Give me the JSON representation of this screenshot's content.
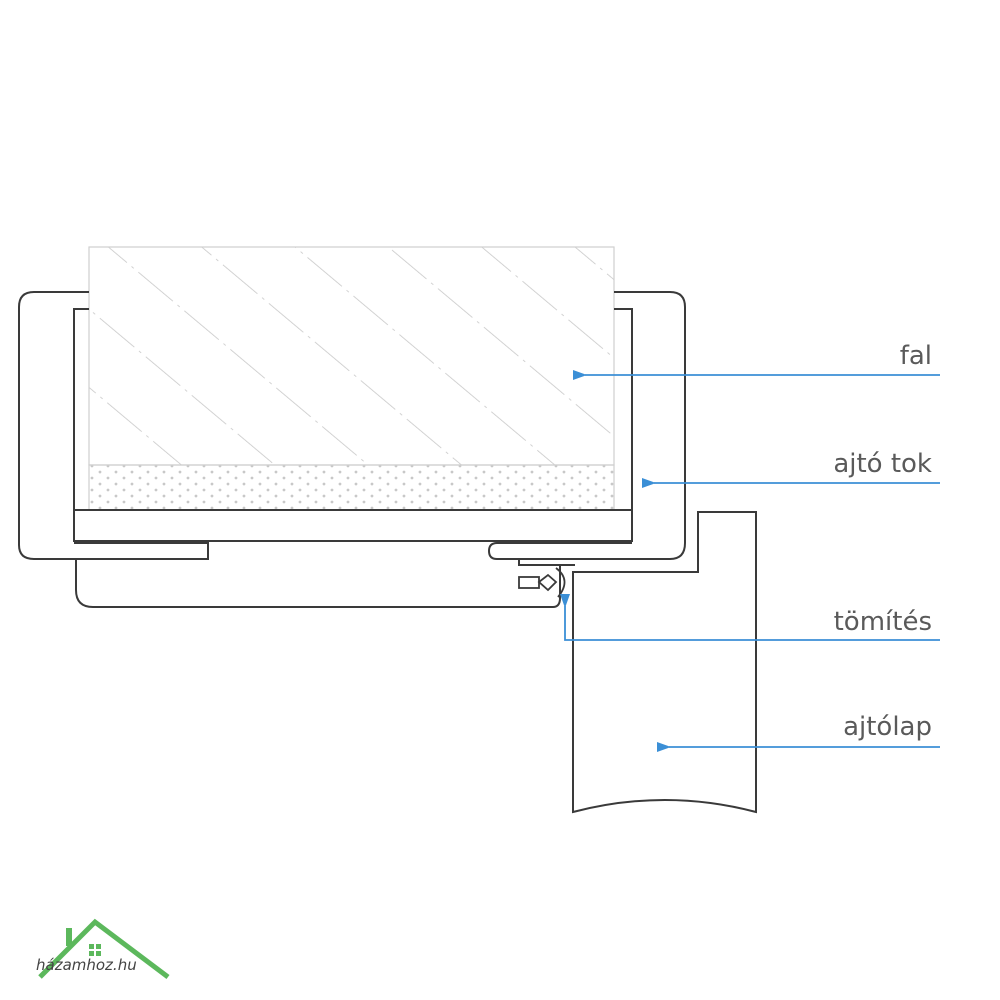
{
  "labels": {
    "wall": "fal",
    "door_frame": "ajtó tok",
    "seal": "tömítés",
    "door_leaf": "ajtólap"
  },
  "logo": {
    "text": "házamhoz.hu"
  },
  "colors": {
    "outline": "#3a3a3a",
    "leader": "#3b8fd6",
    "hatch": "#c8c8c8",
    "label": "#5a5a5a",
    "logo_green": "#5cb85c"
  }
}
